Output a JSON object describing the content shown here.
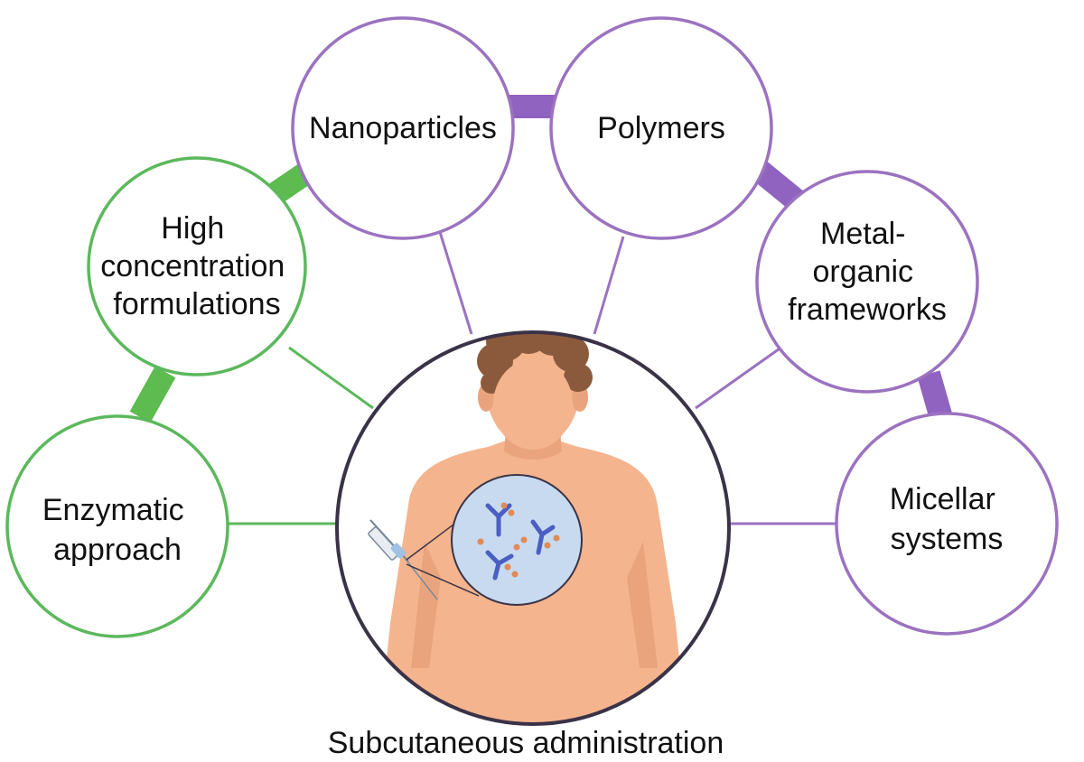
{
  "diagram": {
    "caption": "Subcutaneous administration",
    "center": {
      "label": "Subcutaneous administration",
      "illustration": "person-receiving-subcutaneous-injection"
    },
    "colors": {
      "green": "#5cb85c",
      "green_bar": "#5dbb4f",
      "purple": "#9b72c0",
      "purple_bar": "#8f63bf",
      "center_ring": "#3a3347",
      "skin": "#f4b48e",
      "skin_shadow": "#e9a47d",
      "hair": "#8b5a3c",
      "zoom_bg": "#c7daf0",
      "antibody": "#4a5fc1",
      "dots": "#e08a55"
    },
    "nodes": [
      {
        "id": "enzymatic",
        "group": "green",
        "lines": [
          "Enzymatic",
          "approach"
        ]
      },
      {
        "id": "high-concentration",
        "group": "green",
        "lines": [
          "High",
          "concentration",
          "formulations"
        ]
      },
      {
        "id": "nanoparticles",
        "group": "purple",
        "lines": [
          "Nanoparticles"
        ]
      },
      {
        "id": "polymers",
        "group": "purple",
        "lines": [
          "Polymers"
        ]
      },
      {
        "id": "mof",
        "group": "purple",
        "lines": [
          "Metal-",
          "organic",
          "frameworks"
        ]
      },
      {
        "id": "micellar",
        "group": "purple",
        "lines": [
          "Micellar",
          "systems"
        ]
      }
    ]
  }
}
